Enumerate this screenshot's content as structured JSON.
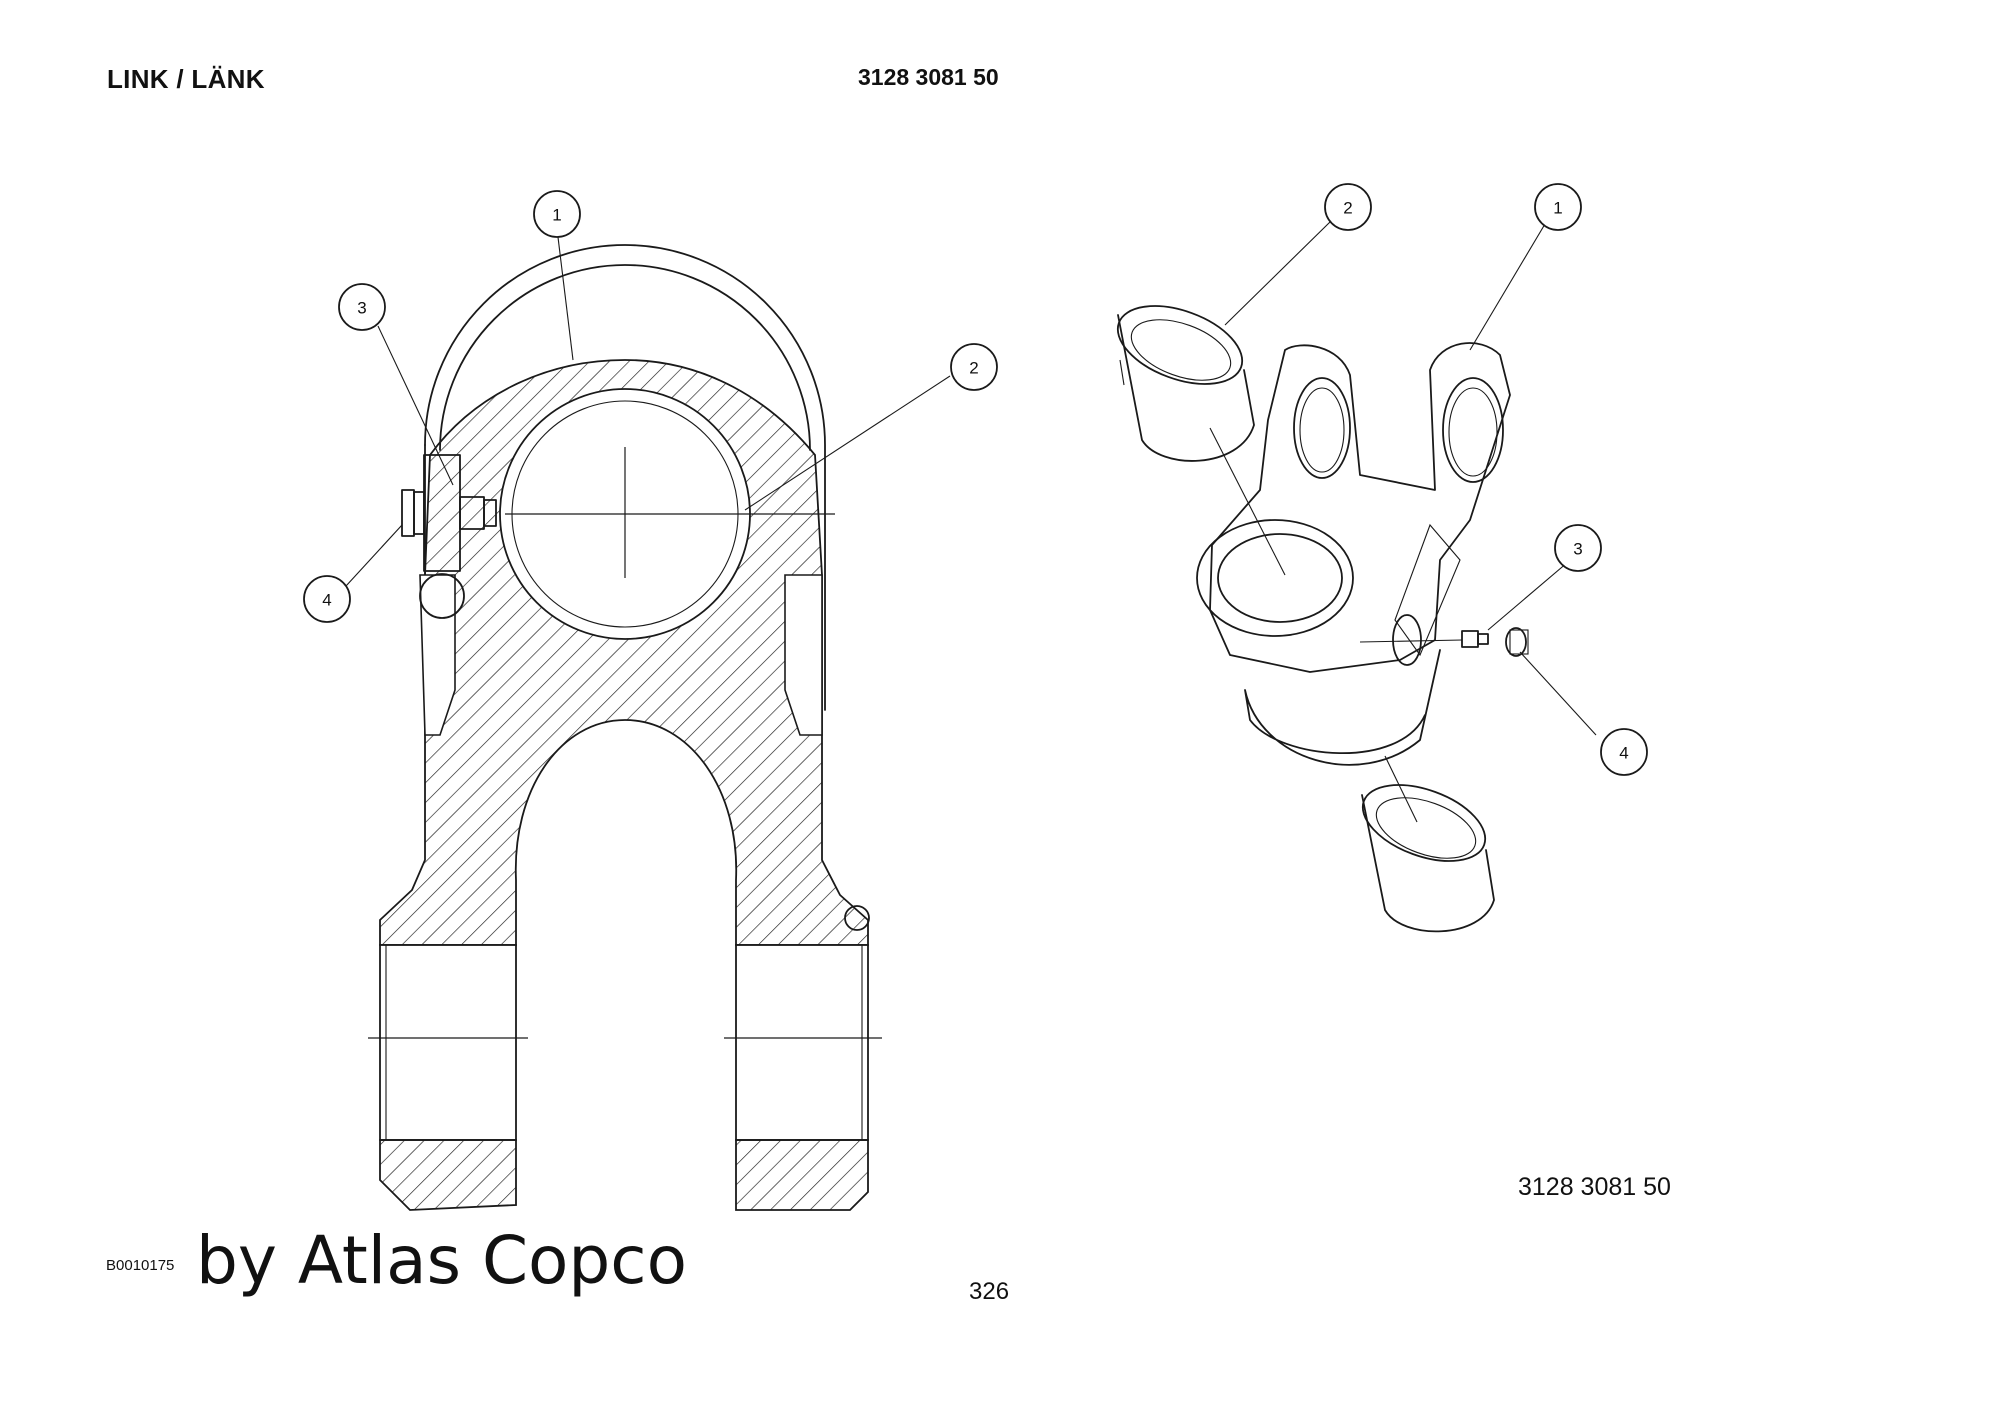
{
  "header": {
    "title": "LINK / LÄNK",
    "part_number": "3128 3081 50"
  },
  "footer": {
    "part_number": "3128 3081 50",
    "drawing_code": "B0010175",
    "watermark": "by Atlas Copco",
    "page_number": "326"
  },
  "callouts": {
    "section_view": [
      "1",
      "2",
      "3",
      "4"
    ],
    "exploded_view": [
      "1",
      "2",
      "3",
      "4"
    ]
  }
}
